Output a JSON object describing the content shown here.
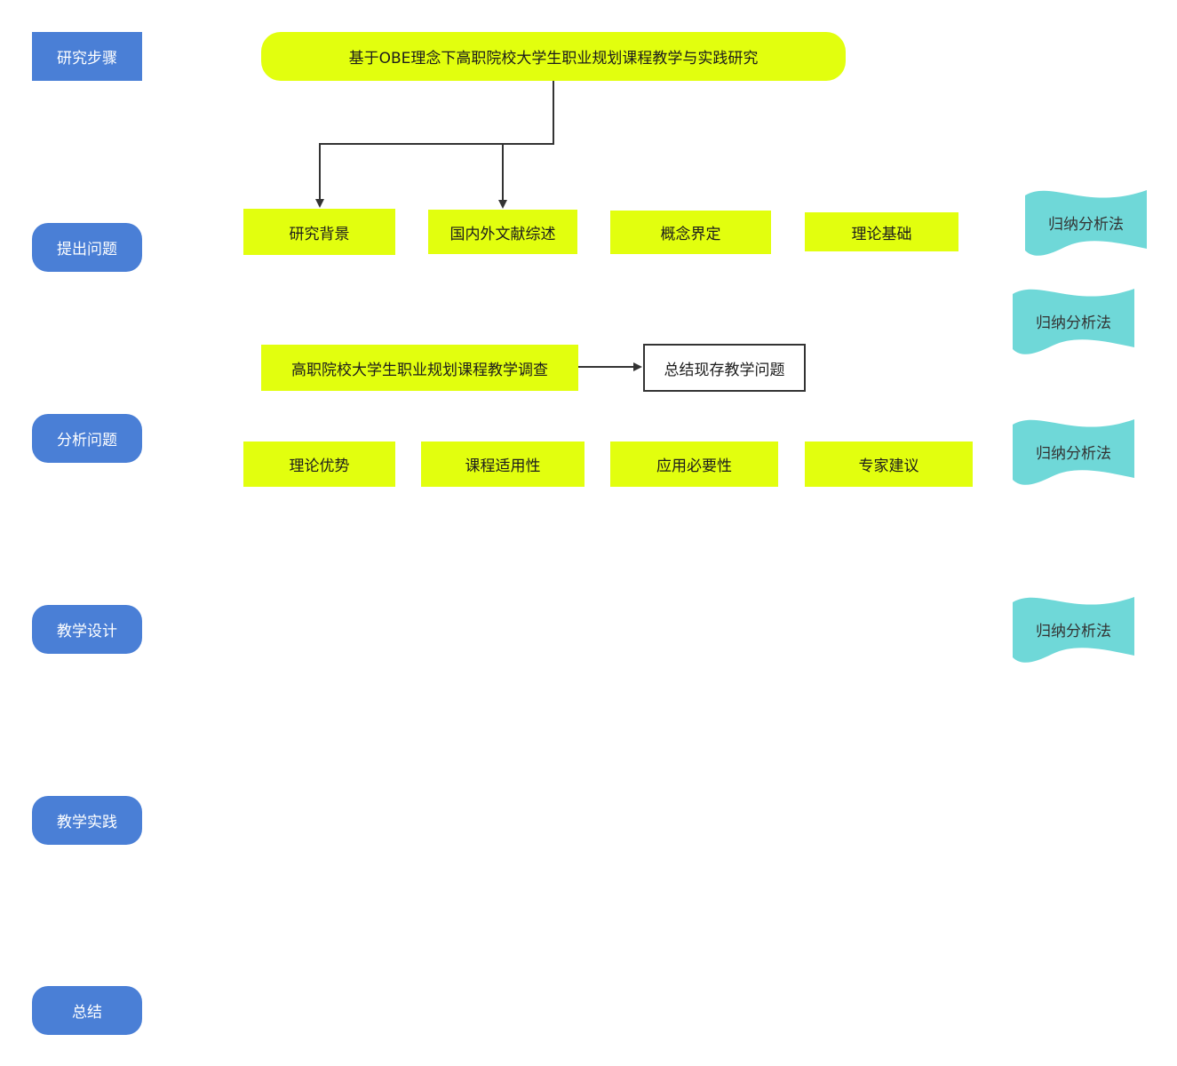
{
  "diagram": {
    "title": "基于OBE理念下高职院校大学生职业规划课程教学与实践研究",
    "steps_header": "研究步骤",
    "steps": [
      "提出问题",
      "分析问题",
      "教学设计",
      "教学实践",
      "总结"
    ],
    "row_raise": [
      "研究背景",
      "国内外文献综述",
      "概念界定",
      "理论基础"
    ],
    "survey": "高职院校大学生职业规划课程教学调查",
    "summary_problems": "总结现存教学问题",
    "row_analysis": [
      "理论优势",
      "课程适用性",
      "应用必要性",
      "专家建议"
    ],
    "methods": [
      "归纳分析法",
      "归纳分析法",
      "归纳分析法",
      "归纳分析法"
    ]
  },
  "colors": {
    "step_blue": "#4a7fd6",
    "box_yellow": "#e2ff0e",
    "method_teal": "#6fd8d8",
    "line": "#333333"
  }
}
